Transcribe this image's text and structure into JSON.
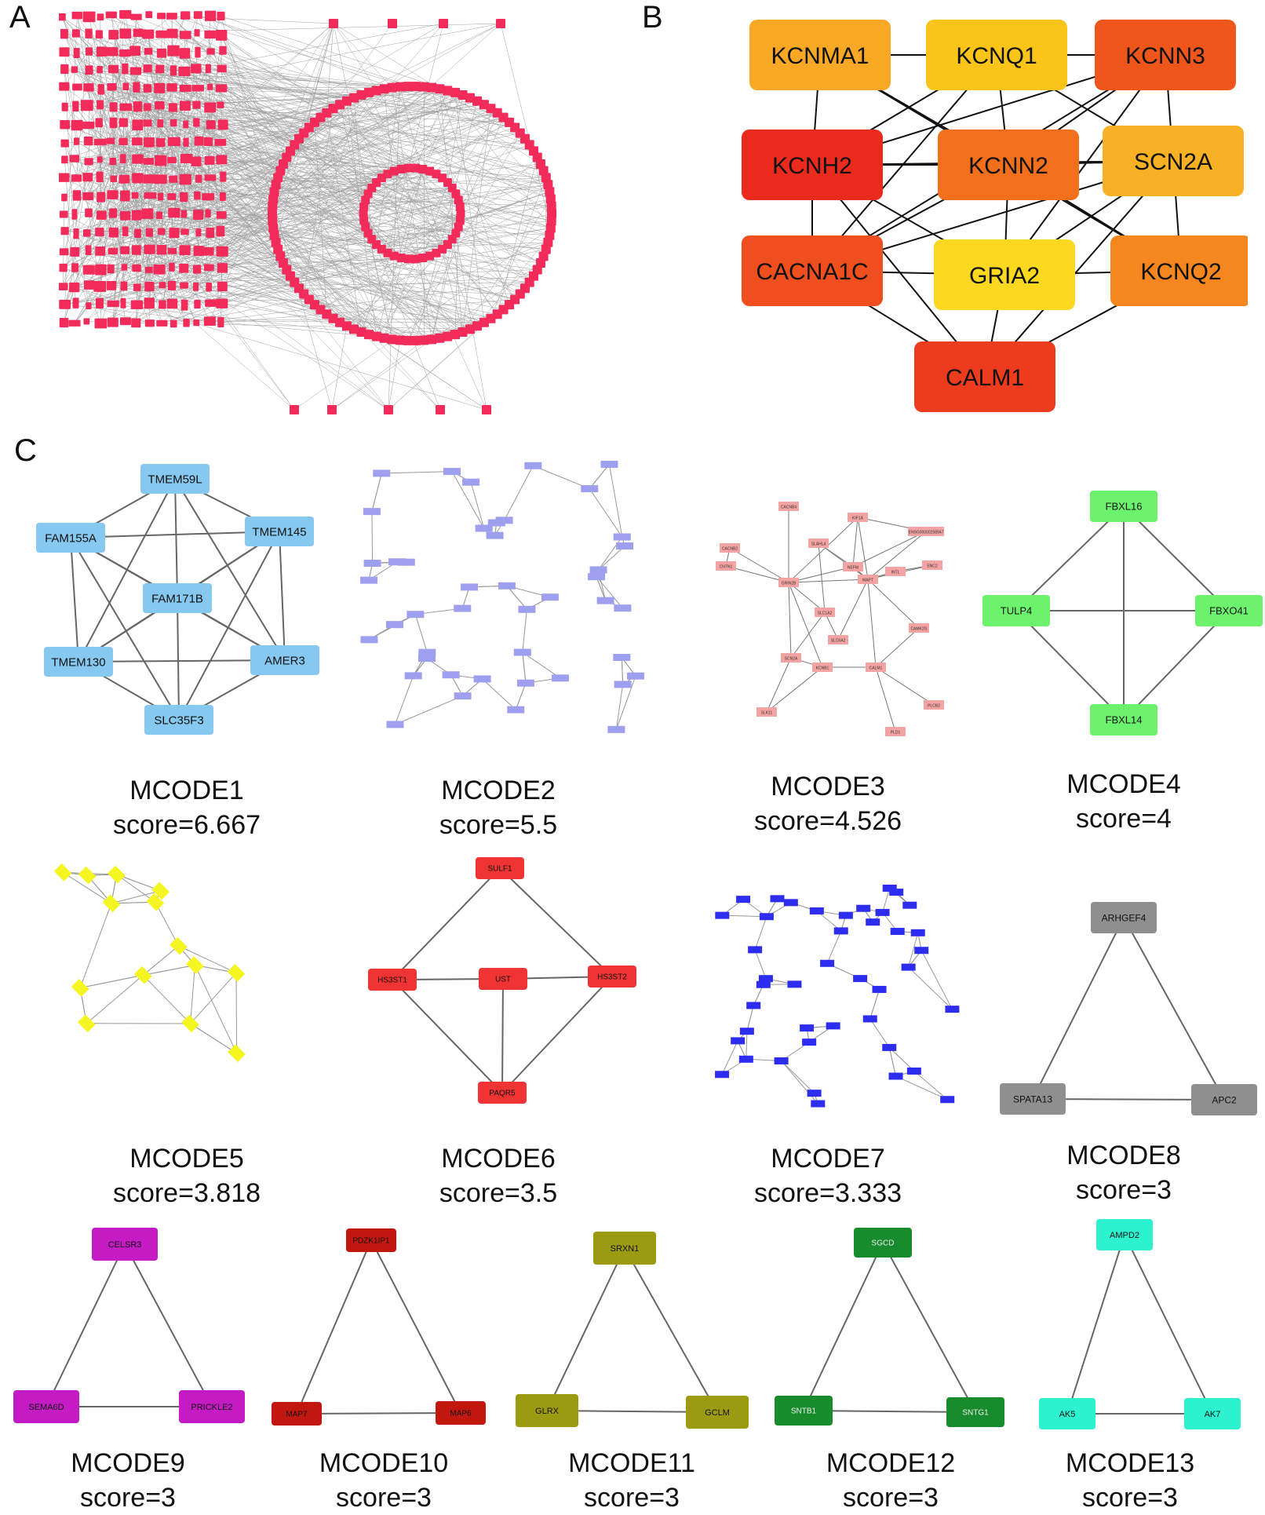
{
  "panel_labels": {
    "a": "A",
    "b": "B",
    "c": "C"
  },
  "panel_b": {
    "nodes": [
      {
        "id": "KCNMA1",
        "label": "KCNMA1",
        "color": "#f8a825"
      },
      {
        "id": "KCNQ1",
        "label": "KCNQ1",
        "color": "#fbc419"
      },
      {
        "id": "KCNN3",
        "label": "KCNN3",
        "color": "#ee561c"
      },
      {
        "id": "KCNH2",
        "label": "KCNH2",
        "color": "#ea2a1c"
      },
      {
        "id": "KCNN2",
        "label": "KCNN2",
        "color": "#f26f1c"
      },
      {
        "id": "SCN2A",
        "label": "SCN2A",
        "color": "#f8b124"
      },
      {
        "id": "CACNA1C",
        "label": "CACNA1C",
        "color": "#ef4e1e"
      },
      {
        "id": "GRIA2",
        "label": "GRIA2",
        "color": "#fcd821"
      },
      {
        "id": "KCNQ2",
        "label": "KCNQ2",
        "color": "#f6861f"
      },
      {
        "id": "CALM1",
        "label": "CALM1",
        "color": "#ec3b1d"
      }
    ],
    "edges": [
      [
        "KCNMA1",
        "KCNQ1"
      ],
      [
        "KCNQ1",
        "KCNN3"
      ],
      [
        "KCNMA1",
        "KCNH2"
      ],
      [
        "KCNMA1",
        "KCNN2"
      ],
      [
        "KCNMA1",
        "KCNN3"
      ],
      [
        "KCNQ1",
        "KCNH2"
      ],
      [
        "KCNQ1",
        "KCNN2"
      ],
      [
        "KCNQ1",
        "SCN2A"
      ],
      [
        "KCNN3",
        "KCNN2"
      ],
      [
        "KCNN3",
        "KCNH2"
      ],
      [
        "KCNN3",
        "SCN2A"
      ],
      [
        "KCNN3",
        "GRIA2"
      ],
      [
        "KCNH2",
        "KCNN2"
      ],
      [
        "KCNH2",
        "CACNA1C"
      ],
      [
        "KCNH2",
        "GRIA2"
      ],
      [
        "KCNH2",
        "SCN2A"
      ],
      [
        "KCNN2",
        "SCN2A"
      ],
      [
        "KCNN2",
        "CACNA1C"
      ],
      [
        "KCNN2",
        "GRIA2"
      ],
      [
        "KCNN2",
        "KCNQ2"
      ],
      [
        "SCN2A",
        "KCNQ2"
      ],
      [
        "SCN2A",
        "GRIA2"
      ],
      [
        "SCN2A",
        "CACNA1C"
      ],
      [
        "CACNA1C",
        "GRIA2"
      ],
      [
        "CACNA1C",
        "CALM1"
      ],
      [
        "GRIA2",
        "KCNQ2"
      ],
      [
        "GRIA2",
        "CALM1"
      ],
      [
        "KCNQ2",
        "CALM1"
      ],
      [
        "KCNQ1",
        "CACNA1C"
      ],
      [
        "KCNMA1",
        "KCNQ2"
      ],
      [
        "KCNH2",
        "CALM1"
      ],
      [
        "SCN2A",
        "CALM1"
      ],
      [
        "KCNN3",
        "CACNA1C"
      ]
    ]
  },
  "mcode": [
    {
      "name": "MCODE1",
      "score": "score=6.667",
      "color": "#86c8ef",
      "nodes": [
        {
          "id": "TMEM59L",
          "label": "TMEM59L"
        },
        {
          "id": "FAM155A",
          "label": "FAM155A"
        },
        {
          "id": "TMEM145",
          "label": "TMEM145"
        },
        {
          "id": "FAM171B",
          "label": "FAM171B"
        },
        {
          "id": "TMEM130",
          "label": "TMEM130"
        },
        {
          "id": "AMER3",
          "label": "AMER3"
        },
        {
          "id": "SLC35F3",
          "label": "SLC35F3"
        }
      ],
      "edges": [
        [
          "TMEM59L",
          "FAM155A"
        ],
        [
          "TMEM59L",
          "TMEM145"
        ],
        [
          "TMEM59L",
          "FAM171B"
        ],
        [
          "TMEM59L",
          "TMEM130"
        ],
        [
          "TMEM59L",
          "AMER3"
        ],
        [
          "FAM155A",
          "TMEM145"
        ],
        [
          "FAM155A",
          "FAM171B"
        ],
        [
          "FAM155A",
          "TMEM130"
        ],
        [
          "FAM155A",
          "SLC35F3"
        ],
        [
          "FAM155A",
          "AMER3"
        ],
        [
          "TMEM145",
          "FAM171B"
        ],
        [
          "TMEM145",
          "AMER3"
        ],
        [
          "TMEM145",
          "SLC35F3"
        ],
        [
          "TMEM145",
          "TMEM130"
        ],
        [
          "FAM171B",
          "TMEM130"
        ],
        [
          "FAM171B",
          "AMER3"
        ],
        [
          "FAM171B",
          "SLC35F3"
        ],
        [
          "TMEM130",
          "AMER3"
        ],
        [
          "TMEM130",
          "SLC35F3"
        ],
        [
          "AMER3",
          "SLC35F3"
        ]
      ]
    },
    {
      "name": "MCODE2",
      "score": "score=5.5",
      "color": "#9f9ff0"
    },
    {
      "name": "MCODE3",
      "score": "score=4.526",
      "color": "#f4a3a3",
      "nodes": [
        {
          "id": "CACNB4",
          "label": "CACNB4"
        },
        {
          "id": "KIF1A",
          "label": "KIF1A"
        },
        {
          "id": "ENSG",
          "label": "ENSG00000258947"
        },
        {
          "id": "CACNB2",
          "label": "CACNB2"
        },
        {
          "id": "SLAHL4",
          "label": "SLAHL4"
        },
        {
          "id": "NEFM",
          "label": "NEFM"
        },
        {
          "id": "INTL",
          "label": "INTL"
        },
        {
          "id": "ENC2",
          "label": "ENC2"
        },
        {
          "id": "GRIN2B",
          "label": "GRIN2B"
        },
        {
          "id": "CNTN1",
          "label": "CNTN1"
        },
        {
          "id": "MAPT",
          "label": "MAPT"
        },
        {
          "id": "SLC1A2",
          "label": "SLC1A2"
        },
        {
          "id": "SLC6A2",
          "label": "SLC6A2"
        },
        {
          "id": "CAMK2G",
          "label": "CAMK2G"
        },
        {
          "id": "SCN2A",
          "label": "SCN2A"
        },
        {
          "id": "CALM1",
          "label": "CALM1"
        },
        {
          "id": "KCNB1",
          "label": "KCNB1"
        },
        {
          "id": "SLK11",
          "label": "SLK11"
        },
        {
          "id": "PLCB2",
          "label": "PLCB2"
        },
        {
          "id": "PLD1",
          "label": "PLD1"
        }
      ]
    },
    {
      "name": "MCODE4",
      "score": "score=4",
      "color": "#6cf26c",
      "nodes": [
        {
          "id": "FBXL16",
          "label": "FBXL16"
        },
        {
          "id": "TULP4",
          "label": "TULP4"
        },
        {
          "id": "FBXO41",
          "label": "FBXO41"
        },
        {
          "id": "FBXL14",
          "label": "FBXL14"
        }
      ],
      "edges": [
        [
          "FBXL16",
          "TULP4"
        ],
        [
          "FBXL16",
          "FBXO41"
        ],
        [
          "FBXL16",
          "FBXL14"
        ],
        [
          "TULP4",
          "FBXO41"
        ],
        [
          "TULP4",
          "FBXL14"
        ],
        [
          "FBXO41",
          "FBXL14"
        ]
      ]
    },
    {
      "name": "MCODE5",
      "score": "score=3.818",
      "color": "#f5f521"
    },
    {
      "name": "MCODE6",
      "score": "score=3.5",
      "color": "#f03434",
      "nodes": [
        {
          "id": "SULF1",
          "label": "SULF1"
        },
        {
          "id": "HS3ST1",
          "label": "HS3ST1"
        },
        {
          "id": "UST",
          "label": "UST"
        },
        {
          "id": "HS3ST2",
          "label": "HS3ST2"
        },
        {
          "id": "PAQR5",
          "label": "PAQR5"
        }
      ],
      "edges": [
        [
          "SULF1",
          "HS3ST1"
        ],
        [
          "SULF1",
          "HS3ST2"
        ],
        [
          "HS3ST1",
          "UST"
        ],
        [
          "UST",
          "HS3ST2"
        ],
        [
          "HS3ST1",
          "PAQR5"
        ],
        [
          "UST",
          "PAQR5"
        ],
        [
          "HS3ST2",
          "PAQR5"
        ]
      ]
    },
    {
      "name": "MCODE7",
      "score": "score=3.333",
      "color": "#2d2df0"
    },
    {
      "name": "MCODE8",
      "score": "score=3",
      "color": "#8f8f8f",
      "nodes": [
        {
          "id": "ARHGEF4",
          "label": "ARHGEF4"
        },
        {
          "id": "SPATA13",
          "label": "SPATA13"
        },
        {
          "id": "APC2",
          "label": "APC2"
        }
      ],
      "edges": [
        [
          "ARHGEF4",
          "SPATA13"
        ],
        [
          "ARHGEF4",
          "APC2"
        ],
        [
          "SPATA13",
          "APC2"
        ]
      ]
    },
    {
      "name": "MCODE9",
      "score": "score=3",
      "color": "#c51bc5",
      "nodes": [
        {
          "id": "CELSR3",
          "label": "CELSR3"
        },
        {
          "id": "SEMA6D",
          "label": "SEMA6D"
        },
        {
          "id": "PRICKLE2",
          "label": "PRICKLE2"
        }
      ],
      "edges": [
        [
          "CELSR3",
          "SEMA6D"
        ],
        [
          "CELSR3",
          "PRICKLE2"
        ],
        [
          "SEMA6D",
          "PRICKLE2"
        ]
      ]
    },
    {
      "name": "MCODE10",
      "score": "score=3",
      "color": "#c2170f",
      "nodes": [
        {
          "id": "PDZK1IP1",
          "label": "PDZK1IP1"
        },
        {
          "id": "MAP7",
          "label": "MAP7"
        },
        {
          "id": "MAP6",
          "label": "MAP6"
        }
      ],
      "edges": [
        [
          "PDZK1IP1",
          "MAP7"
        ],
        [
          "PDZK1IP1",
          "MAP6"
        ],
        [
          "MAP7",
          "MAP6"
        ]
      ]
    },
    {
      "name": "MCODE11",
      "score": "score=3",
      "color": "#9c9a10",
      "nodes": [
        {
          "id": "SRXN1",
          "label": "SRXN1"
        },
        {
          "id": "GLRX",
          "label": "GLRX"
        },
        {
          "id": "GCLM",
          "label": "GCLM"
        }
      ],
      "edges": [
        [
          "SRXN1",
          "GLRX"
        ],
        [
          "SRXN1",
          "GCLM"
        ],
        [
          "GLRX",
          "GCLM"
        ]
      ]
    },
    {
      "name": "MCODE12",
      "score": "score=3",
      "color": "#188c2c",
      "nodes": [
        {
          "id": "SGCD",
          "label": "SGCD"
        },
        {
          "id": "SNTB1",
          "label": "SNTB1"
        },
        {
          "id": "SNTG1",
          "label": "SNTG1"
        }
      ],
      "edges": [
        [
          "SGCD",
          "SNTB1"
        ],
        [
          "SGCD",
          "SNTG1"
        ],
        [
          "SNTB1",
          "SNTG1"
        ]
      ]
    },
    {
      "name": "MCODE13",
      "score": "score=3",
      "color": "#2cf2d0",
      "nodes": [
        {
          "id": "AMPD2",
          "label": "AMPD2"
        },
        {
          "id": "AK5",
          "label": "AK5"
        },
        {
          "id": "AK7",
          "label": "AK7"
        }
      ],
      "edges": [
        [
          "AMPD2",
          "AK5"
        ],
        [
          "AMPD2",
          "AK7"
        ],
        [
          "AK5",
          "AK7"
        ]
      ]
    }
  ],
  "colors": {
    "panel_a_node": "#f22b5a",
    "edge": "#666666"
  }
}
